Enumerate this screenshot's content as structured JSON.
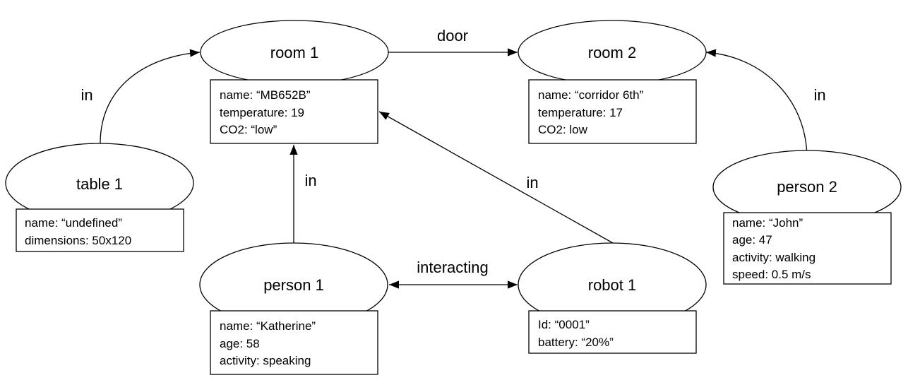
{
  "nodes": [
    {
      "id": "room1",
      "label": "room 1",
      "attributes": [
        "name: “MB652B”",
        "temperature: 19",
        "CO2: “low”"
      ]
    },
    {
      "id": "room2",
      "label": "room 2",
      "attributes": [
        "name: “corridor 6th”",
        "temperature: 17",
        "CO2: low"
      ]
    },
    {
      "id": "table1",
      "label": "table 1",
      "attributes": [
        "name: “undefined”",
        "dimensions: 50x120"
      ]
    },
    {
      "id": "person1",
      "label": "person 1",
      "attributes": [
        "name: “Katherine”",
        "age: 58",
        "activity: speaking"
      ]
    },
    {
      "id": "robot1",
      "label": "robot 1",
      "attributes": [
        "Id: “0001”",
        "battery: “20%”"
      ]
    },
    {
      "id": "person2",
      "label": "person 2",
      "attributes": [
        "name: “John”",
        "age: 47",
        "activity: walking",
        "speed: 0.5 m/s"
      ]
    }
  ],
  "edges": [
    {
      "id": "door",
      "from": "room1",
      "to": "room2",
      "label": "door"
    },
    {
      "id": "table-in",
      "from": "table1",
      "to": "room1",
      "label": "in"
    },
    {
      "id": "person1-in",
      "from": "person1",
      "to": "room1",
      "label": "in"
    },
    {
      "id": "robot-in",
      "from": "robot1",
      "to": "room1",
      "label": "in"
    },
    {
      "id": "interacting",
      "from": "person1",
      "to": "robot1",
      "label": "interacting",
      "bidirectional": true
    },
    {
      "id": "person2-in",
      "from": "person2",
      "to": "room2",
      "label": "in"
    }
  ]
}
